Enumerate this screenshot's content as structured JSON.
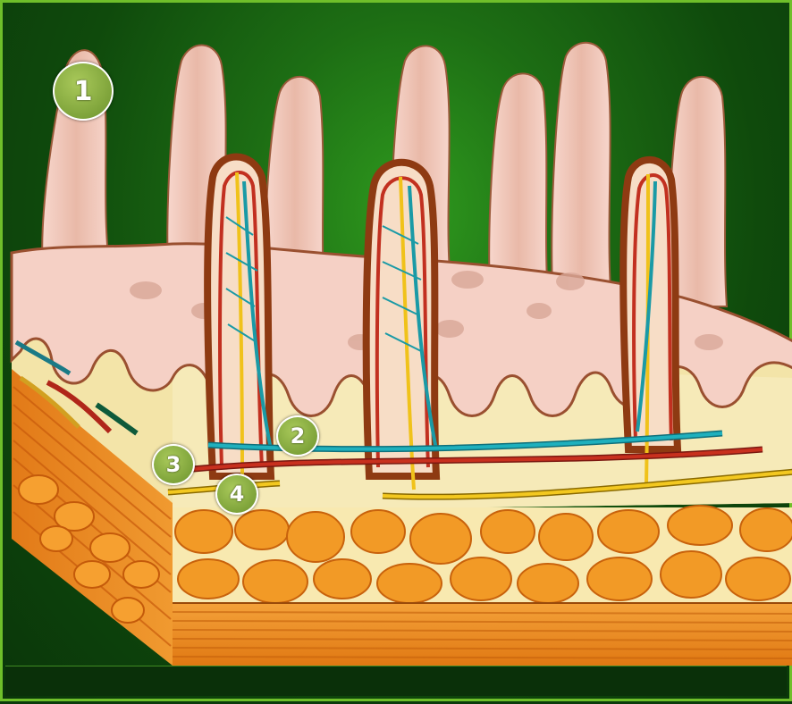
{
  "diagram": {
    "markers": [
      {
        "label": "1"
      },
      {
        "label": "2"
      },
      {
        "label": "3"
      },
      {
        "label": "4"
      }
    ],
    "colors": {
      "background": "#1d6e14",
      "frame_border": "#6fbf2a",
      "villus": "#f6cfc4",
      "villus_outline": "#8a4a2a",
      "epithelium": "#b8622e",
      "connective_tissue": "#f3e4a8",
      "vein": "#1a9aa6",
      "artery": "#b8261c",
      "lacteal": "#f0c21a",
      "muscle": "#ef8c1e",
      "marker_fill": "#8fb247"
    }
  }
}
